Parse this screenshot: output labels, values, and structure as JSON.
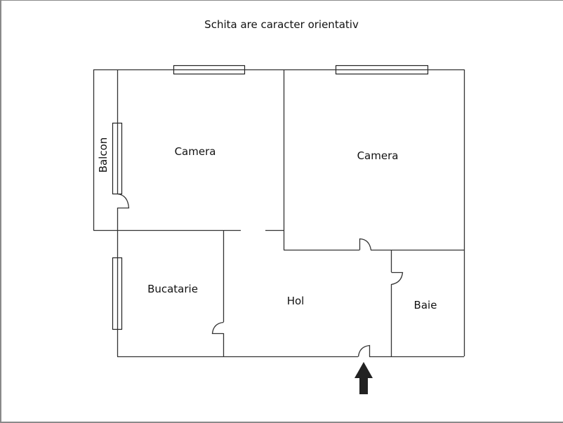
{
  "title": "Schita are caracter orientativ",
  "rooms": [
    {
      "id": "camera-1",
      "label": "Camera"
    },
    {
      "id": "camera-2",
      "label": "Camera"
    },
    {
      "id": "balcon",
      "label": "Balcon"
    },
    {
      "id": "bucatarie",
      "label": "Bucatarie"
    },
    {
      "id": "hol",
      "label": "Hol"
    },
    {
      "id": "baie",
      "label": "Baie"
    }
  ],
  "entrance": {
    "icon": "arrow-up-icon",
    "color": "#222222"
  },
  "colors": {
    "wall": "#333333",
    "frame": "#8a8a8a",
    "background": "#ffffff"
  }
}
